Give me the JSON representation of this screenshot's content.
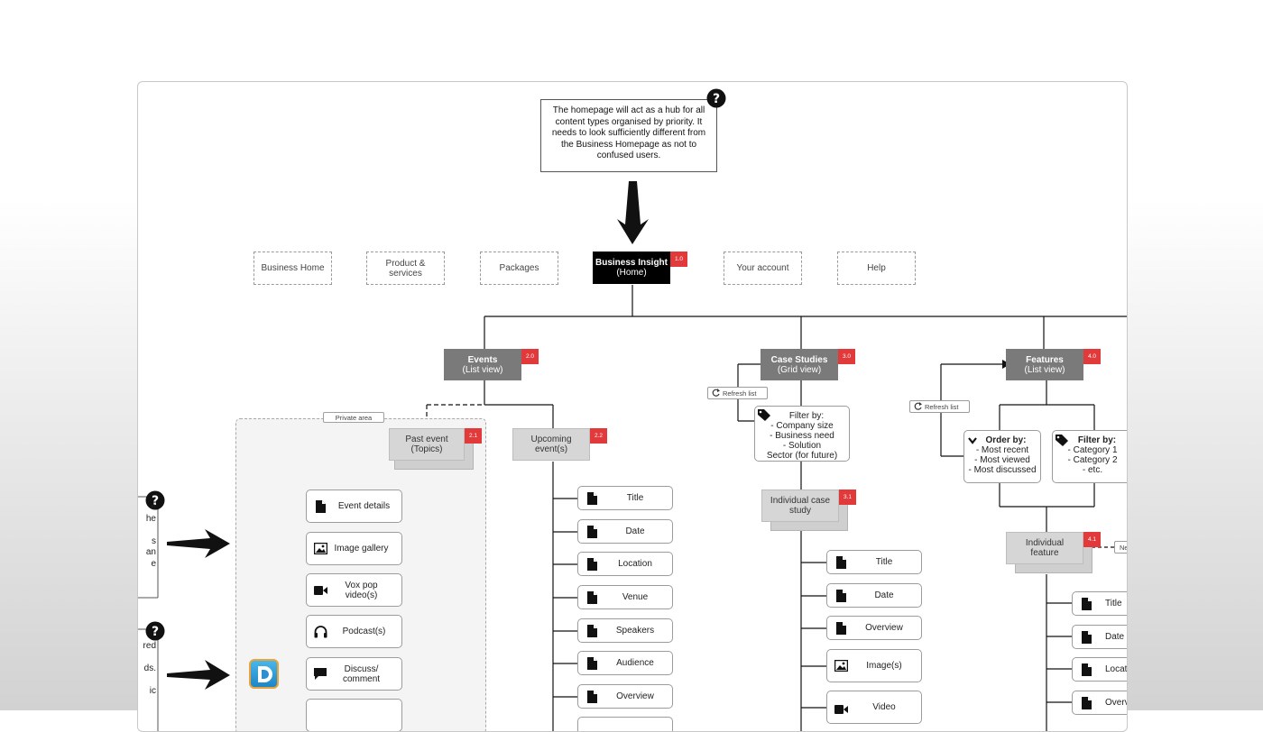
{
  "note_top": "The homepage will act as a hub for all content types organised by priority. It needs to look sufficiently different from the Business Homepage as not to confused users.",
  "nav": {
    "business_home": "Business Home",
    "product_services": "Product & services",
    "packages": "Packages",
    "home_title": "Business Insight",
    "home_sub": "(Home)",
    "home_badge": "1.0",
    "your_account": "Your account",
    "help": "Help"
  },
  "events": {
    "title": "Events",
    "sub": "(List view)",
    "badge": "2.0",
    "private_area": "Private area",
    "past_event": "Past event (Topics)",
    "past_badge": "2.1",
    "past_items": [
      "Event details",
      "Image gallery",
      "Vox pop video(s)",
      "Podcast(s)",
      "Discuss/ comment"
    ],
    "upcoming": "Upcoming event(s)",
    "upcoming_badge": "2.2",
    "upcoming_items": [
      "Title",
      "Date",
      "Location",
      "Venue",
      "Speakers",
      "Audience",
      "Overview"
    ]
  },
  "case_studies": {
    "title": "Case Studies",
    "sub": "(Grid view)",
    "badge": "3.0",
    "refresh": "Refresh list",
    "filter_head": "Filter by:",
    "filter_items": [
      "- Company size",
      "- Business need",
      "- Solution",
      "Sector (for future)"
    ],
    "individual": "Individual case study",
    "individual_badge": "3.1",
    "items": [
      "Title",
      "Date",
      "Overview",
      "Image(s)",
      "Video"
    ]
  },
  "features": {
    "title": "Features",
    "sub": "(List view)",
    "badge": "4.0",
    "refresh": "Refresh list",
    "order_head": "Order by:",
    "order_items": [
      "- Most recent",
      "- Most viewed",
      "- Most discussed"
    ],
    "filter_head": "Filter by:",
    "filter_items": [
      "- Category 1",
      "- Category 2",
      "- etc."
    ],
    "individual": "Individual feature",
    "individual_badge": "4.1",
    "ne_label": "Ne",
    "items": [
      "Title",
      "Date",
      "Locati",
      "Overvi"
    ]
  },
  "left_fragments": {
    "note1": [
      "e",
      "he",
      "",
      "s",
      "an",
      "e"
    ],
    "note2": [
      "red",
      "",
      "ds.",
      "",
      "ic"
    ]
  },
  "colors": {
    "badge": "#e2393b",
    "section": "#7a7a7a",
    "home": "#000000",
    "sub_section": "#d6d6d6",
    "disqus": "#2e9fd8"
  }
}
